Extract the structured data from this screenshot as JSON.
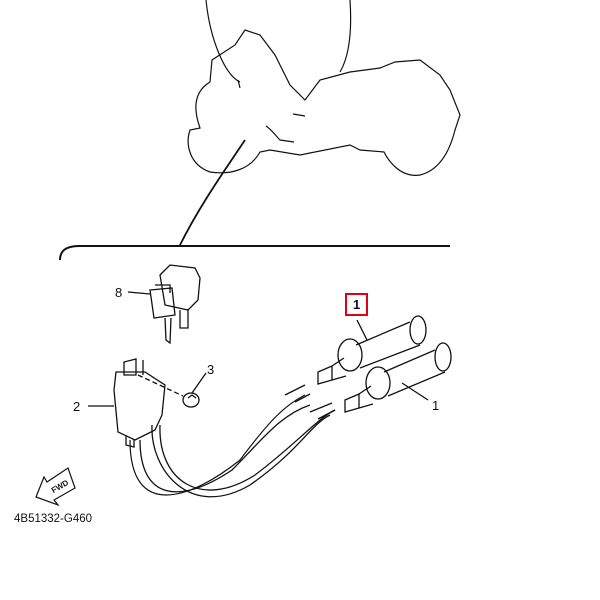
{
  "diagram": {
    "callouts": [
      {
        "number": "1",
        "part": "ignition-coil-cap-a",
        "highlighted": true
      },
      {
        "number": "1",
        "part": "ignition-coil-cap-b",
        "highlighted": false
      },
      {
        "number": "2",
        "part": "ignition-coil",
        "highlighted": false
      },
      {
        "number": "3",
        "part": "nut",
        "highlighted": false
      },
      {
        "number": "8",
        "part": "relay",
        "highlighted": false
      }
    ],
    "fwd_label": "FWD",
    "diagram_code": "4B51332-G460",
    "highlight_color": "#e00010"
  }
}
